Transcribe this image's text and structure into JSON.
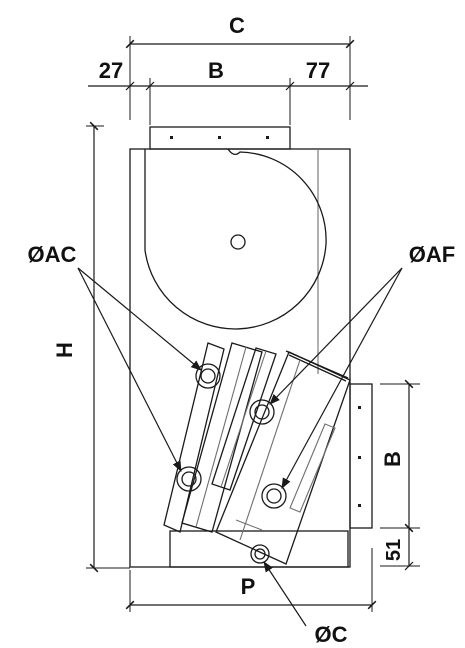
{
  "dimensions": {
    "overall_width": "C",
    "left_offset": "27",
    "inner_width": "B",
    "right_offset": "77",
    "height": "H",
    "side_outlet": "B",
    "bottom_offset": "51",
    "depth": "P"
  },
  "callouts": {
    "return_water": "ØAC",
    "flow_water": "ØAF",
    "drain": "ØC"
  },
  "colors": {
    "line": "#1a1a1a",
    "detail": "#6f6f6f",
    "background": "#ffffff"
  }
}
